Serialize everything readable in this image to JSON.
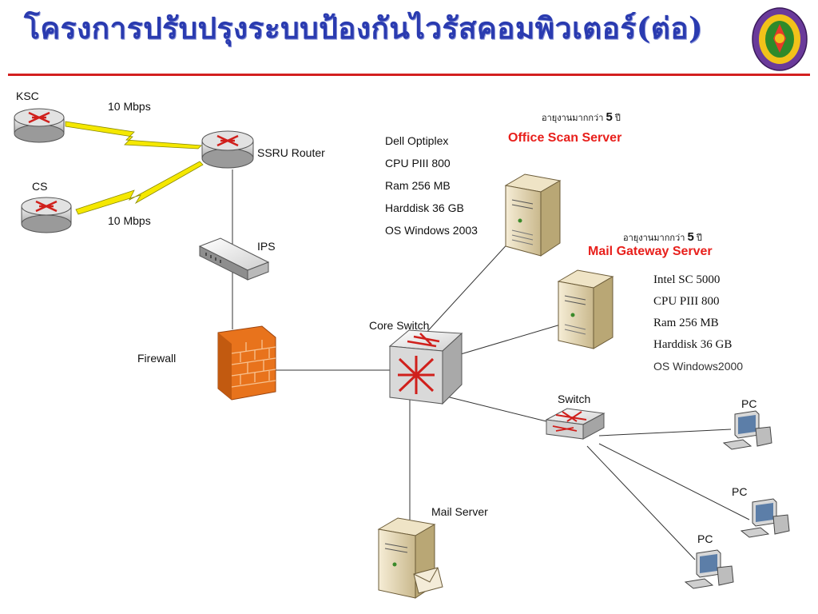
{
  "title": "โครงการปรับปรุงระบบป้องกันไวรัสคอมพิวเตอร์(ต่อ)",
  "colors": {
    "title": "#2a3bb0",
    "rule": "#d32020",
    "server_name": "#e8201c",
    "firewall": "#e8731c",
    "wan_link": "#f5e800"
  },
  "nodes": {
    "ksc": "KSC",
    "cs": "CS",
    "router": "SSRU Router",
    "ips": "IPS",
    "firewall": "Firewall",
    "core_switch": "Core Switch",
    "switch": "Switch",
    "mail_server": "Mail Server",
    "pc1": "PC",
    "pc2": "PC",
    "pc3": "PC"
  },
  "links": {
    "ksc_speed": "10 Mbps",
    "cs_speed": "10 Mbps"
  },
  "office_scan": {
    "age_prefix": "อายุงานมากกว่า",
    "age_value": "5",
    "age_unit": "ปี",
    "name": "Office Scan Server",
    "specs": [
      "Dell Optiplex",
      "CPU PIII 800",
      "Ram 256 MB",
      "Harddisk 36 GB",
      "OS Windows 2003"
    ]
  },
  "mail_gateway": {
    "age_prefix": "อายุงานมากกว่า",
    "age_value": "5",
    "age_unit": "ปี",
    "name": "Mail Gateway Server",
    "specs": [
      "Intel SC 5000",
      "CPU PIII 800",
      "Ram 256 MB",
      "Harddisk 36 GB",
      "OS Windows2000"
    ]
  }
}
